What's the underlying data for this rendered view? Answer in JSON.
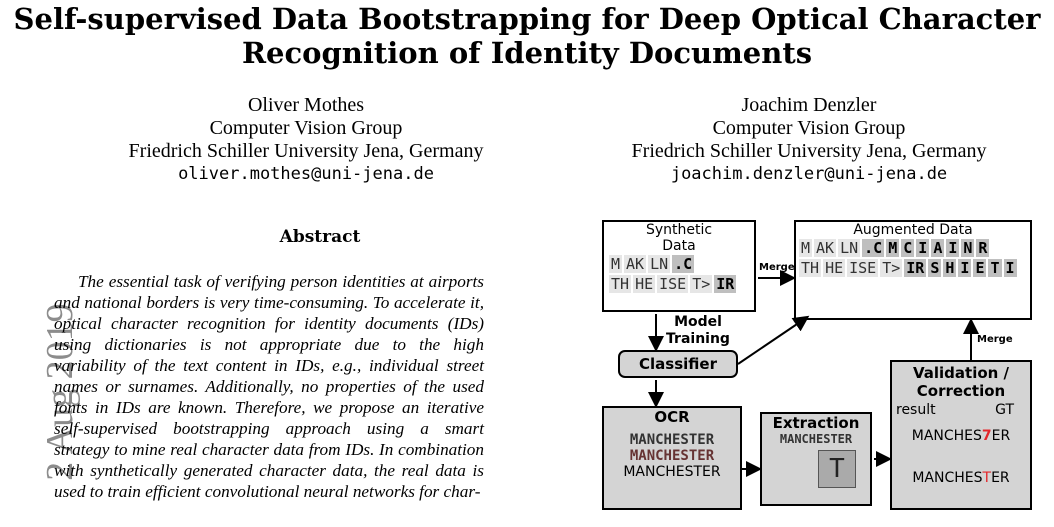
{
  "paper": {
    "title_line1": "Self-supervised Data Bootstrapping for Deep Optical Character",
    "title_line2": "Recognition of Identity Documents",
    "authors": [
      {
        "name": "Oliver Mothes",
        "group": "Computer Vision Group",
        "affiliation": "Friedrich Schiller University Jena, Germany",
        "email": "oliver.mothes@uni-jena.de"
      },
      {
        "name": "Joachim Denzler",
        "group": "Computer Vision Group",
        "affiliation": "Friedrich Schiller University Jena, Germany",
        "email": "joachim.denzler@uni-jena.de"
      }
    ],
    "arxiv_stamp": "2 Aug 2019",
    "abstract_heading": "Abstract",
    "abstract_text": "The essential task of verifying person identities at airports and national borders is very time-consuming. To accelerate it, optical character recognition for identity documents (IDs) using dictionaries is not appropriate due to the high variability of the text content in IDs, e.g., individual street names or surnames. Additionally, no properties of the used fonts in IDs are known. Therefore, we propose an iterative self-supervised bootstrapping approach using a smart strategy to mine real character data from IDs. In combination with synthetically generated character data, the real data is used to train efficient convolutional neural networks for char-"
  },
  "figure": {
    "synthetic": "Synthetic Data",
    "augmented": "Augmented Data",
    "merge1": "Merge",
    "merge2": "Merge",
    "model_training": "Model Training",
    "classifier": "Classifier",
    "ocr": "OCR",
    "ocr_line1": "MANCHESTER",
    "ocr_line2": "MANCHESTER",
    "ocr_line3": "MANCHESTER",
    "extraction": "Extraction",
    "extraction_word": "MANCHESTER",
    "extraction_char": "T",
    "validation": "Validation / Correction",
    "result": "result",
    "gt": "GT",
    "val_word1_pre": "MANCHES",
    "val_word1_red": "7",
    "val_word1_post": "ER",
    "val_word2_pre": "MANCHES",
    "val_word2_red": "T",
    "val_word2_post": "ER",
    "syn_row1": [
      "M",
      "AK",
      "LN",
      ".C"
    ],
    "syn_row2": [
      "TH",
      "HE",
      "ISE",
      "T>",
      "IR"
    ],
    "aug_row1": [
      "M",
      "AK",
      "LN",
      ".C",
      "M",
      "C",
      "I",
      "A",
      "I",
      "N",
      "R"
    ],
    "aug_row2": [
      "TH",
      "HE",
      "ISE",
      "T>",
      "IR",
      "S",
      "H",
      "I",
      "E",
      "T",
      "I"
    ]
  }
}
